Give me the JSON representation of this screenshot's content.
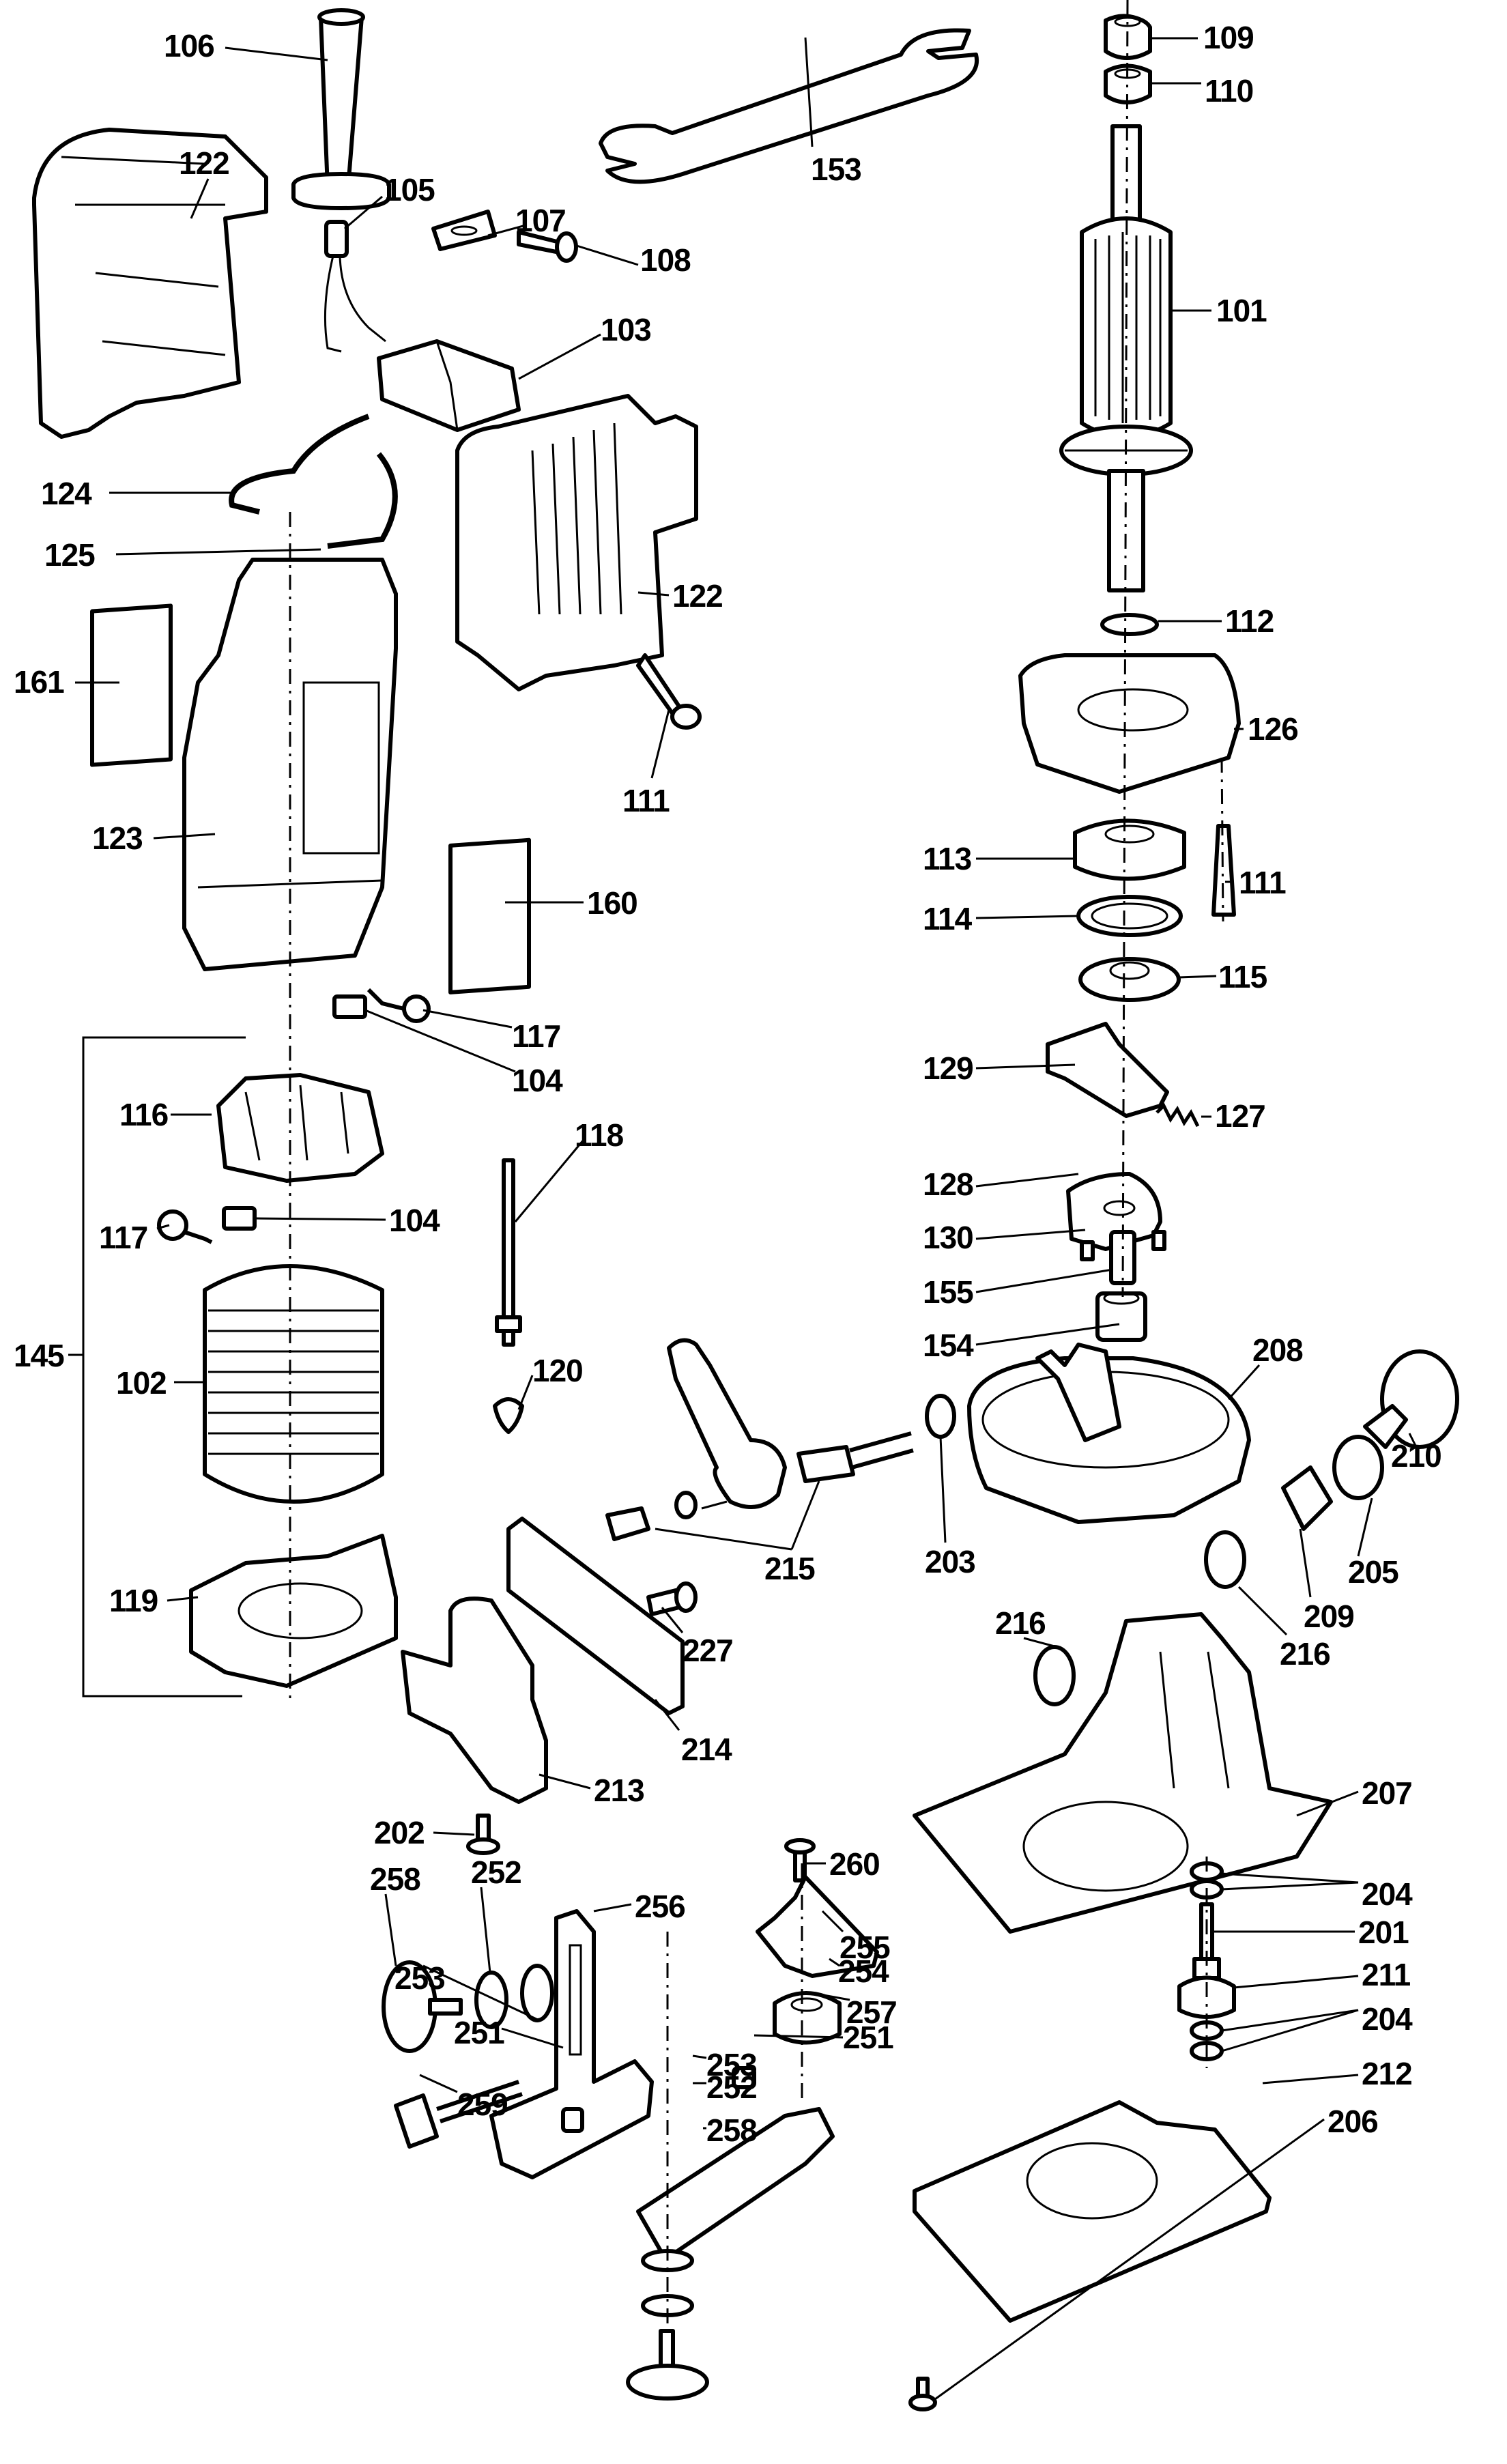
{
  "diagram": {
    "type": "exploded-parts-diagram",
    "subject": "router / trimmer with base assemblies",
    "part_labels": [
      {
        "id": "106",
        "part": "handle-grip"
      },
      {
        "id": "122",
        "part": "handle-housing-half-left"
      },
      {
        "id": "105",
        "part": "cable-with-sleeve"
      },
      {
        "id": "107",
        "part": "cable-clamp"
      },
      {
        "id": "108",
        "part": "screw"
      },
      {
        "id": "103",
        "part": "switch"
      },
      {
        "id": "124",
        "part": "wire-lead"
      },
      {
        "id": "125",
        "part": "terminal"
      },
      {
        "id": "122",
        "part": "handle-housing-half-right"
      },
      {
        "id": "161",
        "part": "label"
      },
      {
        "id": "111",
        "part": "screw"
      },
      {
        "id": "123",
        "part": "motor-housing"
      },
      {
        "id": "160",
        "part": "label"
      },
      {
        "id": "117",
        "part": "brush-spring"
      },
      {
        "id": "104",
        "part": "carbon-brush"
      },
      {
        "id": "116",
        "part": "brush-holder"
      },
      {
        "id": "104",
        "part": "carbon-brush"
      },
      {
        "id": "117",
        "part": "brush-spring"
      },
      {
        "id": "118",
        "part": "long-screw"
      },
      {
        "id": "145",
        "part": "field-assembly-bracket"
      },
      {
        "id": "102",
        "part": "field-stator"
      },
      {
        "id": "120",
        "part": "nut"
      },
      {
        "id": "119",
        "part": "baffle"
      },
      {
        "id": "153",
        "part": "spanner-wrench"
      },
      {
        "id": "109",
        "part": "bearing-sleeve"
      },
      {
        "id": "110",
        "part": "ball-bearing"
      },
      {
        "id": "101",
        "part": "armature"
      },
      {
        "id": "112",
        "part": "washer"
      },
      {
        "id": "126",
        "part": "gear-housing"
      },
      {
        "id": "113",
        "part": "ball-bearing"
      },
      {
        "id": "111",
        "part": "screw"
      },
      {
        "id": "114",
        "part": "retaining-ring"
      },
      {
        "id": "115",
        "part": "bearing-plate"
      },
      {
        "id": "129",
        "part": "spindle-lock-slider"
      },
      {
        "id": "127",
        "part": "spring"
      },
      {
        "id": "128",
        "part": "lock-plate"
      },
      {
        "id": "130",
        "part": "screw"
      },
      {
        "id": "155",
        "part": "collet"
      },
      {
        "id": "154",
        "part": "collet-nut"
      },
      {
        "id": "208",
        "part": "base-clamp-ring"
      },
      {
        "id": "215",
        "part": "clamp-lever-assembly"
      },
      {
        "id": "203",
        "part": "washer"
      },
      {
        "id": "210",
        "part": "adjustment-knob"
      },
      {
        "id": "205",
        "part": "washer"
      },
      {
        "id": "209",
        "part": "bushing"
      },
      {
        "id": "216",
        "part": "washer"
      },
      {
        "id": "216",
        "part": "washer"
      },
      {
        "id": "227",
        "part": "screw"
      },
      {
        "id": "214",
        "part": "guide-plate"
      },
      {
        "id": "213",
        "part": "fence-bracket"
      },
      {
        "id": "207",
        "part": "trimmer-base"
      },
      {
        "id": "202",
        "part": "screw"
      },
      {
        "id": "258",
        "part": "knob"
      },
      {
        "id": "252",
        "part": "washer"
      },
      {
        "id": "256",
        "part": "edge-guide-bracket"
      },
      {
        "id": "253",
        "part": "washer"
      },
      {
        "id": "260",
        "part": "screw"
      },
      {
        "id": "255",
        "part": "roller-bracket"
      },
      {
        "id": "254",
        "part": "roller-bearing"
      },
      {
        "id": "257",
        "part": "guide-rail"
      },
      {
        "id": "251",
        "part": "nut"
      },
      {
        "id": "251",
        "part": "nut"
      },
      {
        "id": "259",
        "part": "thumb-screw"
      },
      {
        "id": "253",
        "part": "washer"
      },
      {
        "id": "252",
        "part": "washer"
      },
      {
        "id": "258",
        "part": "knob"
      },
      {
        "id": "204",
        "part": "washers-upper"
      },
      {
        "id": "201",
        "part": "adjusting-screw"
      },
      {
        "id": "211",
        "part": "knurled-nut"
      },
      {
        "id": "204",
        "part": "washers-lower"
      },
      {
        "id": "212",
        "part": "sub-base-plate"
      },
      {
        "id": "206",
        "part": "screw"
      }
    ]
  }
}
